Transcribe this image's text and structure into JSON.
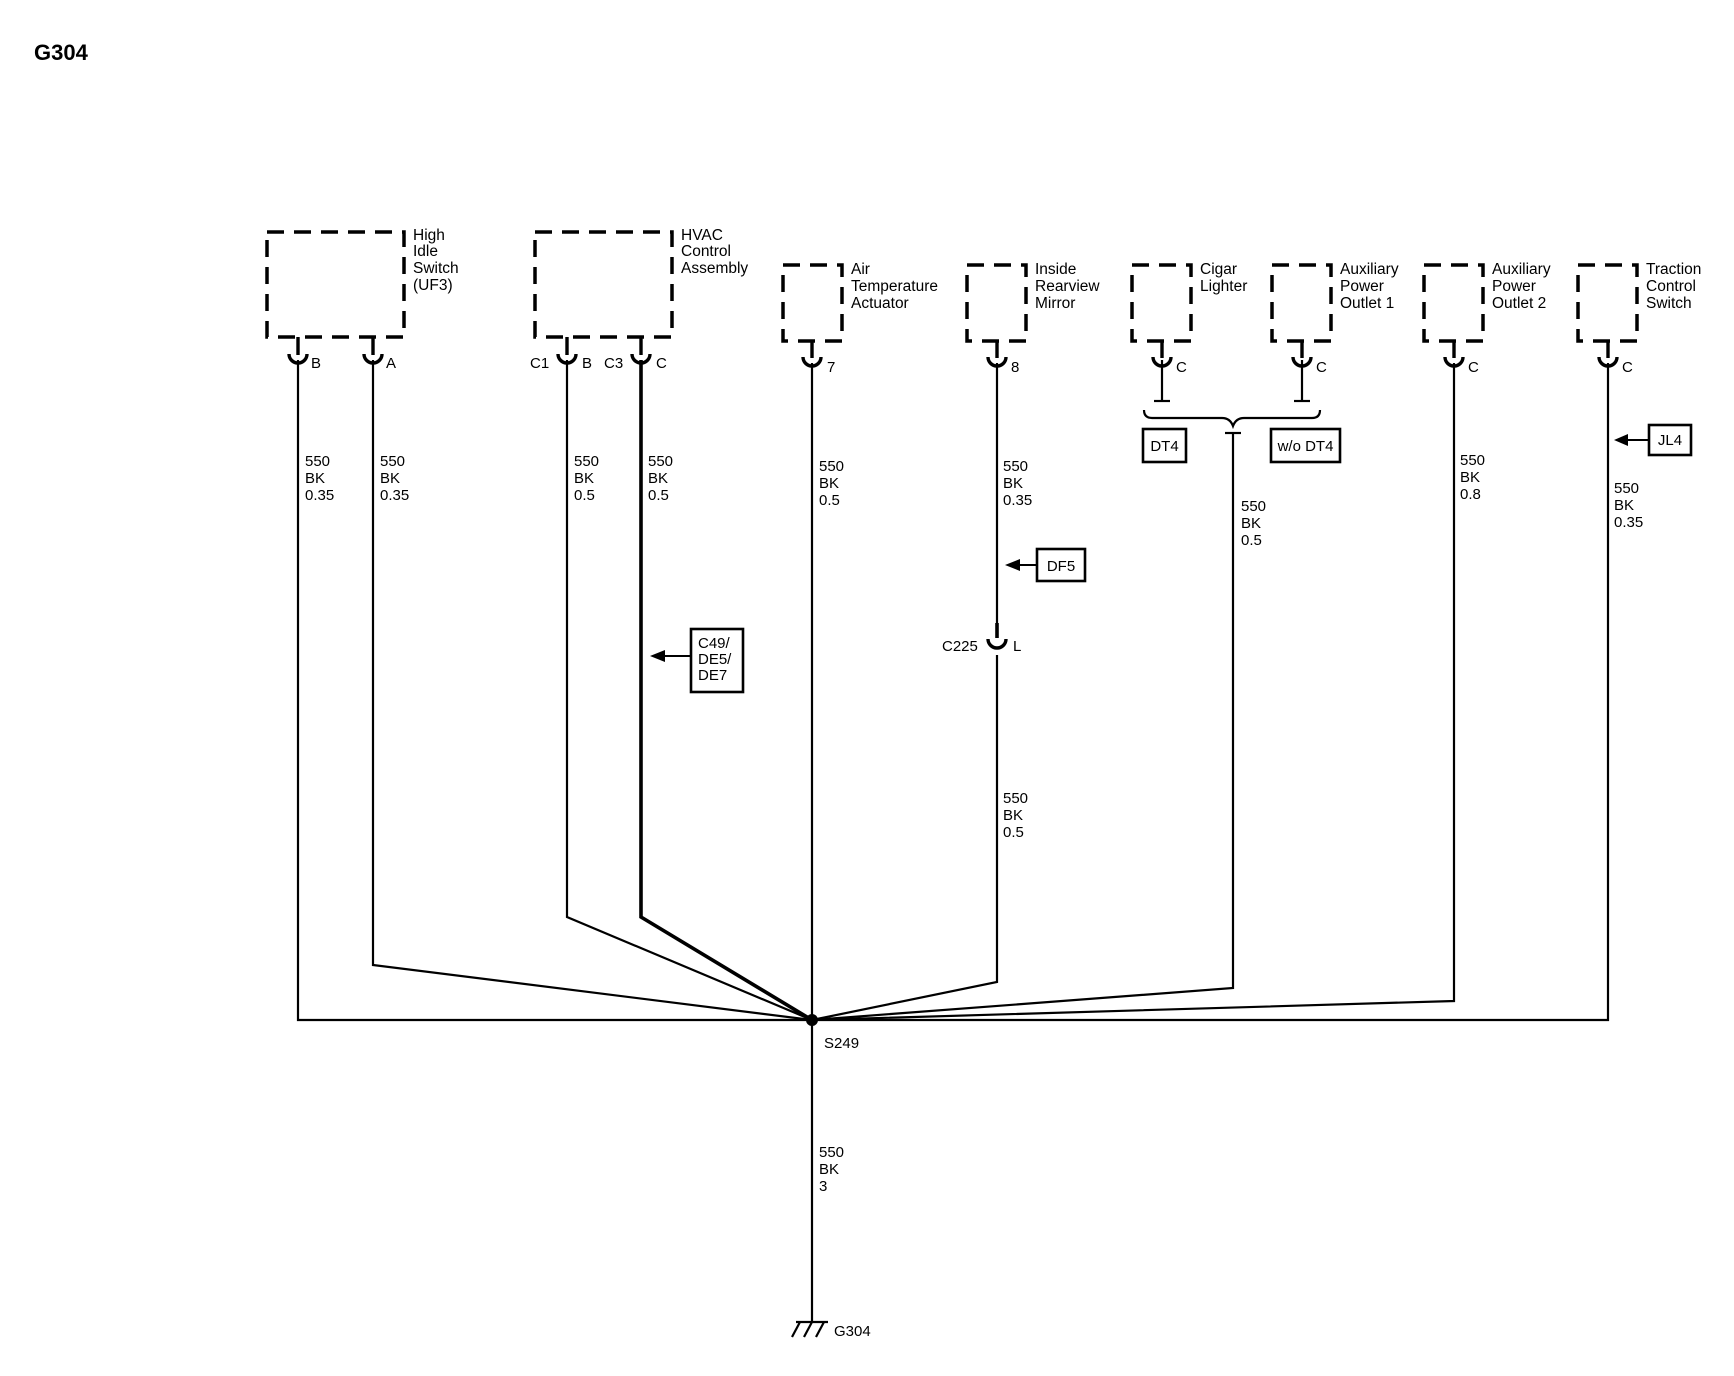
{
  "page_title": "G304",
  "components": [
    {
      "lines": [
        "High",
        "Idle",
        "Switch",
        "(UF3)"
      ]
    },
    {
      "lines": [
        "HVAC",
        "Control",
        "Assembly"
      ]
    },
    {
      "lines": [
        "Air",
        "Temperature",
        "Actuator"
      ]
    },
    {
      "lines": [
        "Inside",
        "Rearview",
        "Mirror"
      ]
    },
    {
      "lines": [
        "Cigar",
        "Lighter"
      ]
    },
    {
      "lines": [
        "Auxiliary",
        "Power",
        "Outlet 1"
      ]
    },
    {
      "lines": [
        "Auxiliary",
        "Power",
        "Outlet 2"
      ]
    },
    {
      "lines": [
        "Traction",
        "Control",
        "Switch"
      ]
    }
  ],
  "cavities": {
    "high_idle_b": "B",
    "high_idle_a": "A",
    "hvac_c1": "C1",
    "hvac_b": "B",
    "hvac_c3": "C3",
    "hvac_c": "C",
    "air_temp": "7",
    "mirror": "8",
    "cigar": "C",
    "aux1": "C",
    "aux2": "C",
    "traction": "C",
    "inline_conn": "C225",
    "inline_cav": "L"
  },
  "wires": [
    {
      "circuit": "550",
      "color": "BK",
      "size": "0.35"
    },
    {
      "circuit": "550",
      "color": "BK",
      "size": "0.35"
    },
    {
      "circuit": "550",
      "color": "BK",
      "size": "0.5"
    },
    {
      "circuit": "550",
      "color": "BK",
      "size": "0.5"
    },
    {
      "circuit": "550",
      "color": "BK",
      "size": "0.5"
    },
    {
      "circuit": "550",
      "color": "BK",
      "size": "0.35"
    },
    {
      "circuit": "550",
      "color": "BK",
      "size": "0.5"
    },
    {
      "circuit": "550",
      "color": "BK",
      "size": "0.5"
    },
    {
      "circuit": "550",
      "color": "BK",
      "size": "0.8"
    },
    {
      "circuit": "550",
      "color": "BK",
      "size": "0.35"
    },
    {
      "circuit": "550",
      "color": "BK",
      "size": "3"
    }
  ],
  "options": {
    "c49": [
      "C49/",
      "DE5/",
      "DE7"
    ],
    "df5": "DF5",
    "dt4": "DT4",
    "wo_dt4": "w/o DT4",
    "jl4": "JL4"
  },
  "splice": "S249",
  "ground": "G304"
}
